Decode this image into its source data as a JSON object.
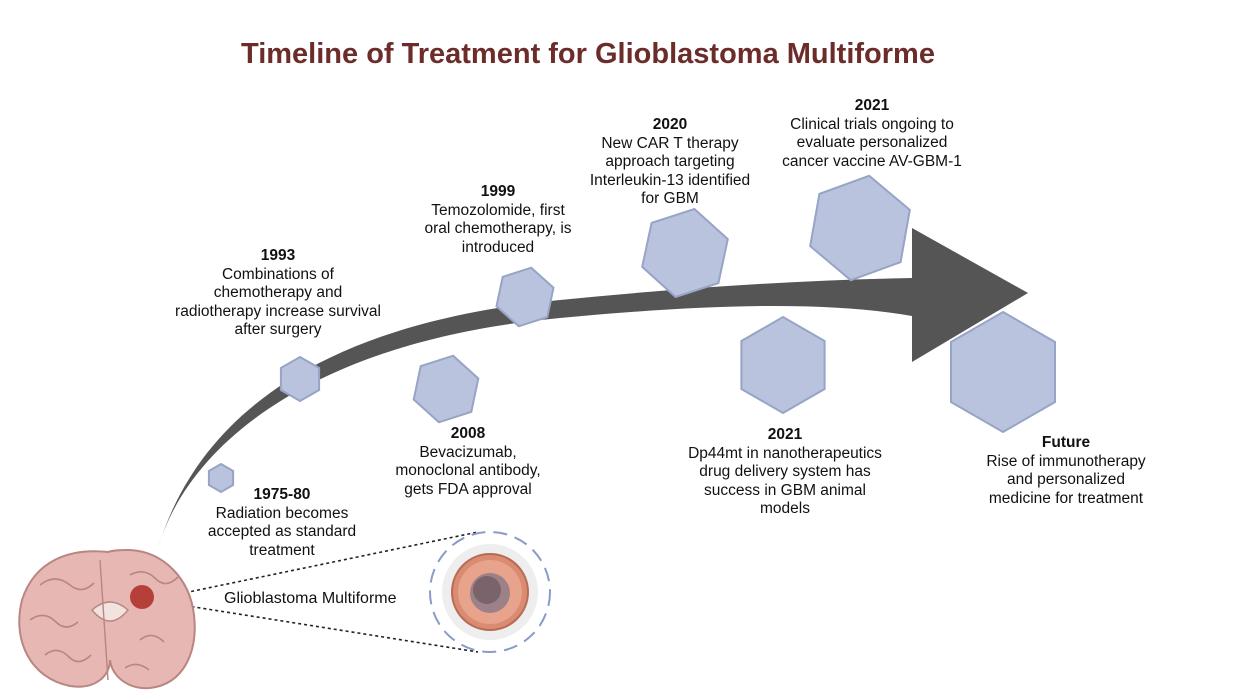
{
  "title": "Timeline of Treatment for Glioblastoma Multiforme",
  "colors": {
    "title": "#6b2c2a",
    "arrow": "#555555",
    "hexagon_fill": "#b9c3dd",
    "hexagon_stroke": "#97a4c6",
    "tumor": "#b5403a",
    "brain": "#e6b7b3"
  },
  "events": [
    {
      "year": "1975-80",
      "description": "Radiation becomes\naccepted as standard\ntreatment"
    },
    {
      "year": "1993",
      "description": "Combinations of\nchemotherapy and\nradiotherapy increase survival\nafter surgery"
    },
    {
      "year": "1999",
      "description": "Temozolomide, first\noral chemotherapy, is\nintroduced"
    },
    {
      "year": "2008",
      "description": "Bevacizumab,\nmonoclonal antibody,\ngets FDA approval"
    },
    {
      "year": "2020",
      "description": "New CAR T therapy\napproach targeting\nInterleukin-13  identified\nfor GBM"
    },
    {
      "year": "2021",
      "description": "Dp44mt in nanotherapeutics\ndrug delivery system has\nsuccess in GBM animal\nmodels"
    },
    {
      "year": "2021",
      "description": "Clinical trials ongoing to\nevaluate personalized\ncancer vaccine AV-GBM-1"
    },
    {
      "year": "Future",
      "description": "Rise of immunotherapy\nand personalized\nmedicine for treatment"
    }
  ],
  "illustration": {
    "label": "Glioblastoma Multiforme",
    "icons": [
      "brain-icon",
      "tumor-cell-icon"
    ]
  }
}
